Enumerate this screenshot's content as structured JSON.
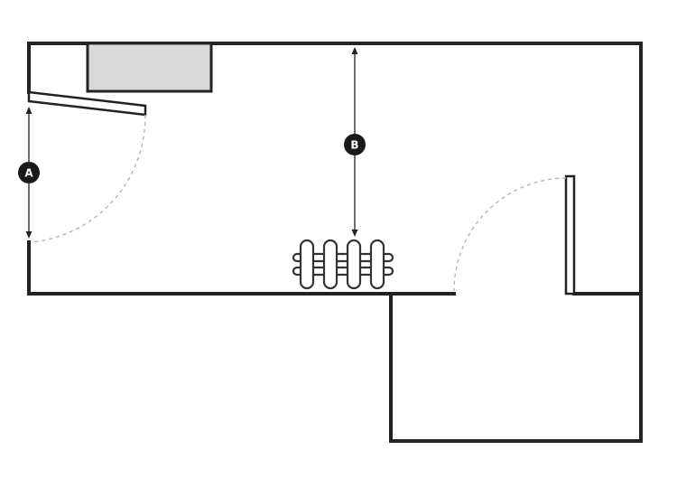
{
  "diagram": {
    "type": "floor-plan",
    "colors": {
      "wall": "#222222",
      "cabinet_fill": "#d9d9d9",
      "door_swing": "#b8b8b8",
      "badge": "#1a1a1a",
      "background": "#ffffff"
    },
    "dimensions": [
      {
        "label": "A"
      },
      {
        "label": "B"
      }
    ],
    "fixtures": [
      {
        "kind": "cabinet-icon"
      },
      {
        "kind": "radiator-icon",
        "columns": 4
      }
    ],
    "doors": [
      {
        "kind": "door-left"
      },
      {
        "kind": "door-right"
      }
    ]
  }
}
